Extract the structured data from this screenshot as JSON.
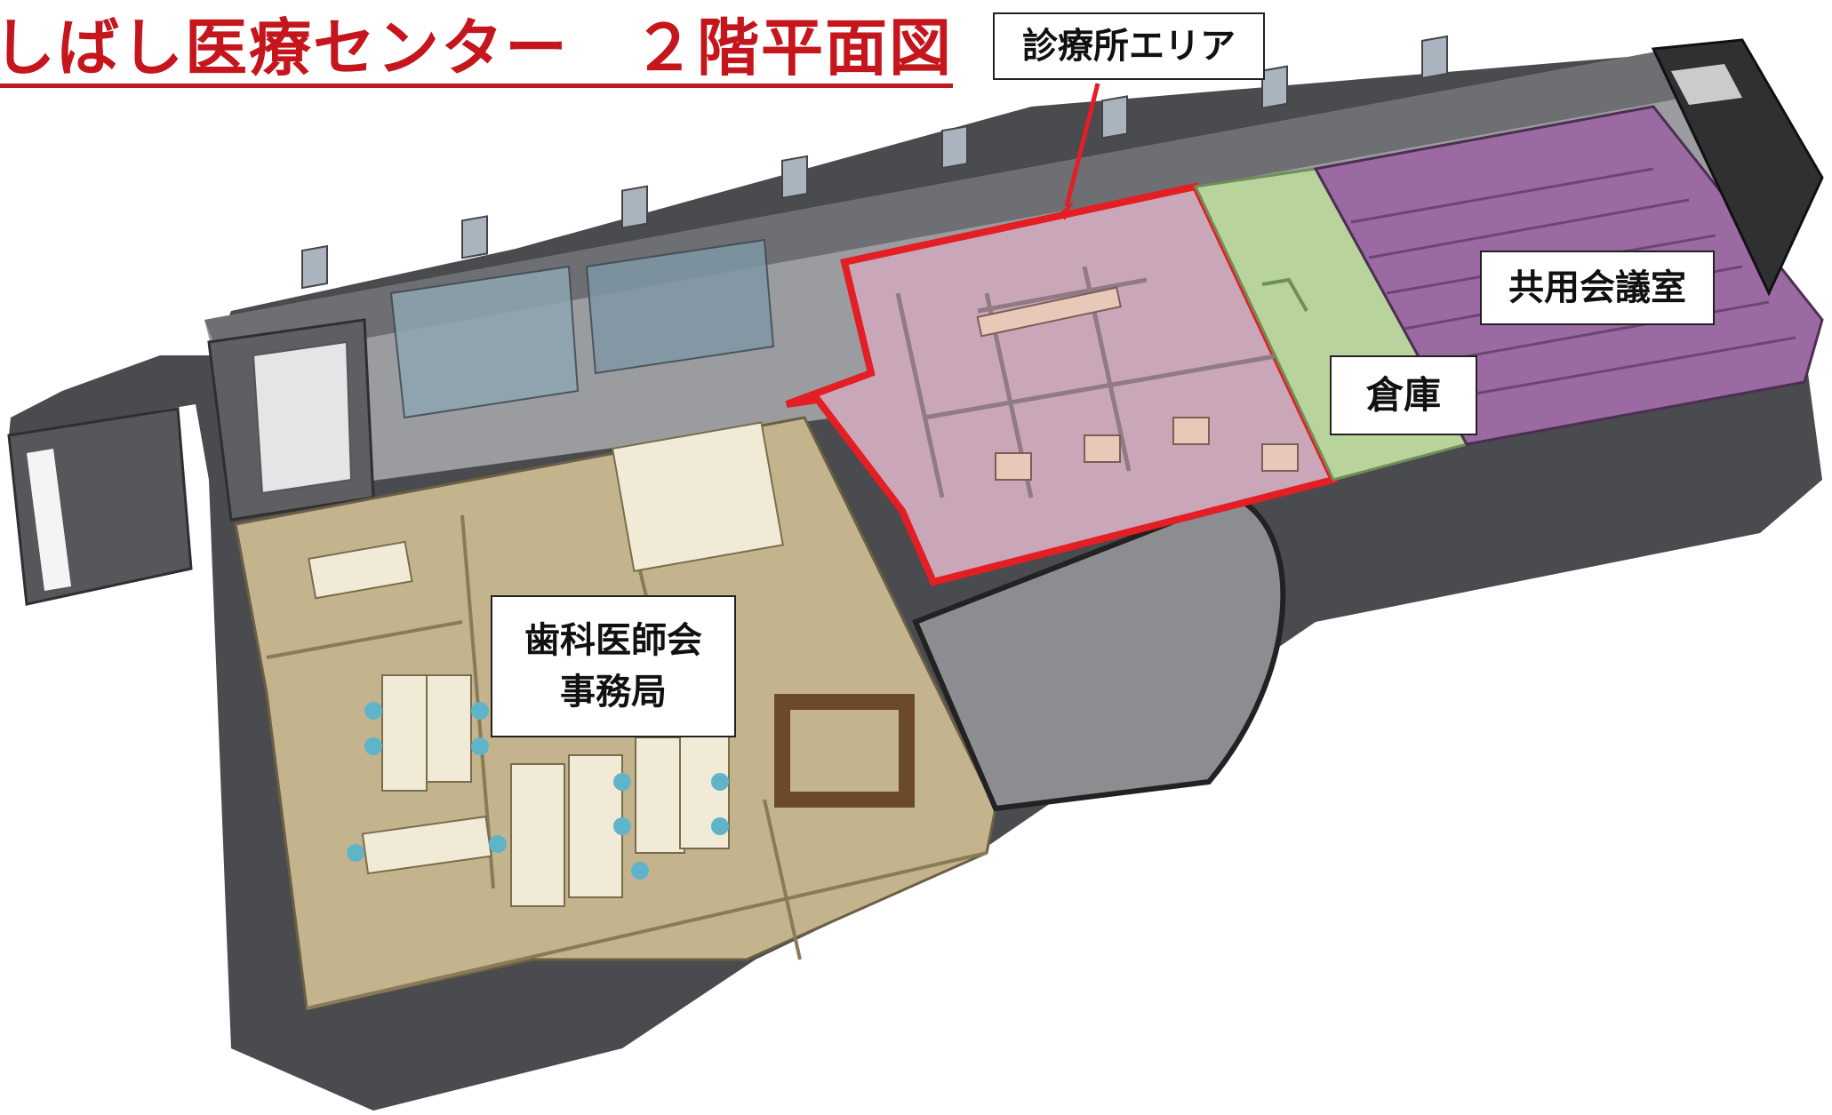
{
  "title": "しばし医療センター　２階平面図",
  "labels": {
    "clinic_area": "診療所エリア",
    "storage": "倉庫",
    "shared_meeting_room": "共用会議室",
    "dental_office_line1": "歯科医師会",
    "dental_office_line2": "事務局"
  },
  "colors": {
    "title_red": "#c4161c",
    "clinic_outline": "#e31e24",
    "clinic_fill": "#c9a7b8",
    "storage_fill": "#b9d39c",
    "meeting_fill": "#9c6aa3",
    "dental_fill": "#c4b48d",
    "corridor_gray": "#8b8d90",
    "wall_dark": "#3a3b3d"
  }
}
